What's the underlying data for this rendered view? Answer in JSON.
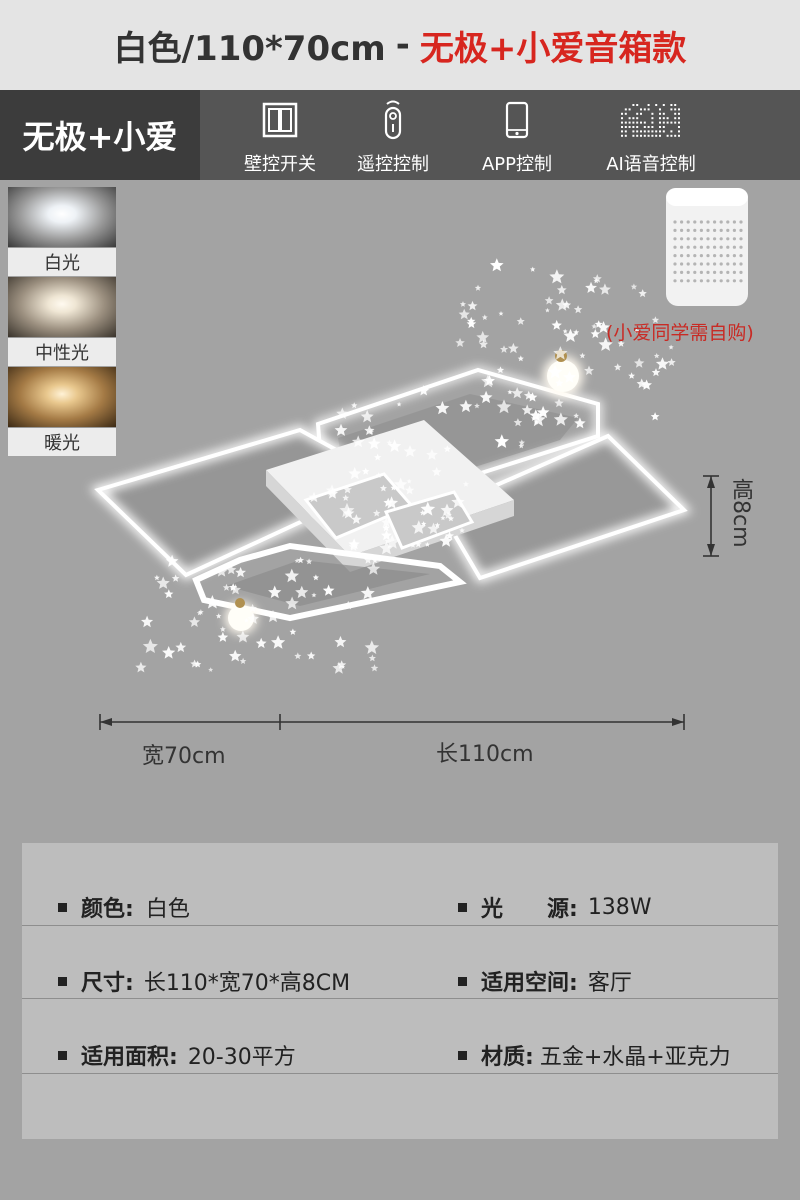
{
  "title": {
    "main": "白色/110*70cm",
    "dash": "-",
    "accent": "无极+小爱音箱款"
  },
  "feature_bar": {
    "mode_label": "无极+小爱",
    "features": [
      {
        "icon": "wall-switch-icon",
        "label": "壁控开关"
      },
      {
        "icon": "remote-control-icon",
        "label": "遥控控制"
      },
      {
        "icon": "smartphone-icon",
        "label": "APP控制"
      },
      {
        "icon": "voice-dots-icon",
        "label": "AI语音控制"
      }
    ]
  },
  "light_modes": [
    {
      "label": "白光",
      "color": "#eef2f6"
    },
    {
      "label": "中性光",
      "color": "#efe6d4"
    },
    {
      "label": "暖光",
      "color": "#e9c88e"
    }
  ],
  "speaker_note": "(小爱同学需自购)",
  "dimensions": {
    "height_label": "高8cm",
    "width_label": "宽70cm",
    "length_label": "长110cm"
  },
  "specs": {
    "color_key": "颜色:",
    "color_val": "白色",
    "power_key": "光　　源:",
    "power_val": "138W",
    "size_key": "尺寸:",
    "size_val": "长110*宽70*高8CM",
    "space_key": "适用空间:",
    "space_val": "客厅",
    "area_key": "适用面积:",
    "area_val": "20-30平方",
    "material_key": "材质:",
    "material_val": "五金+水晶+亚克力"
  },
  "colors": {
    "accent": "#d7261f",
    "background": "#a3a3a3",
    "feature_bar": "#555555",
    "note": "#c82b25"
  }
}
